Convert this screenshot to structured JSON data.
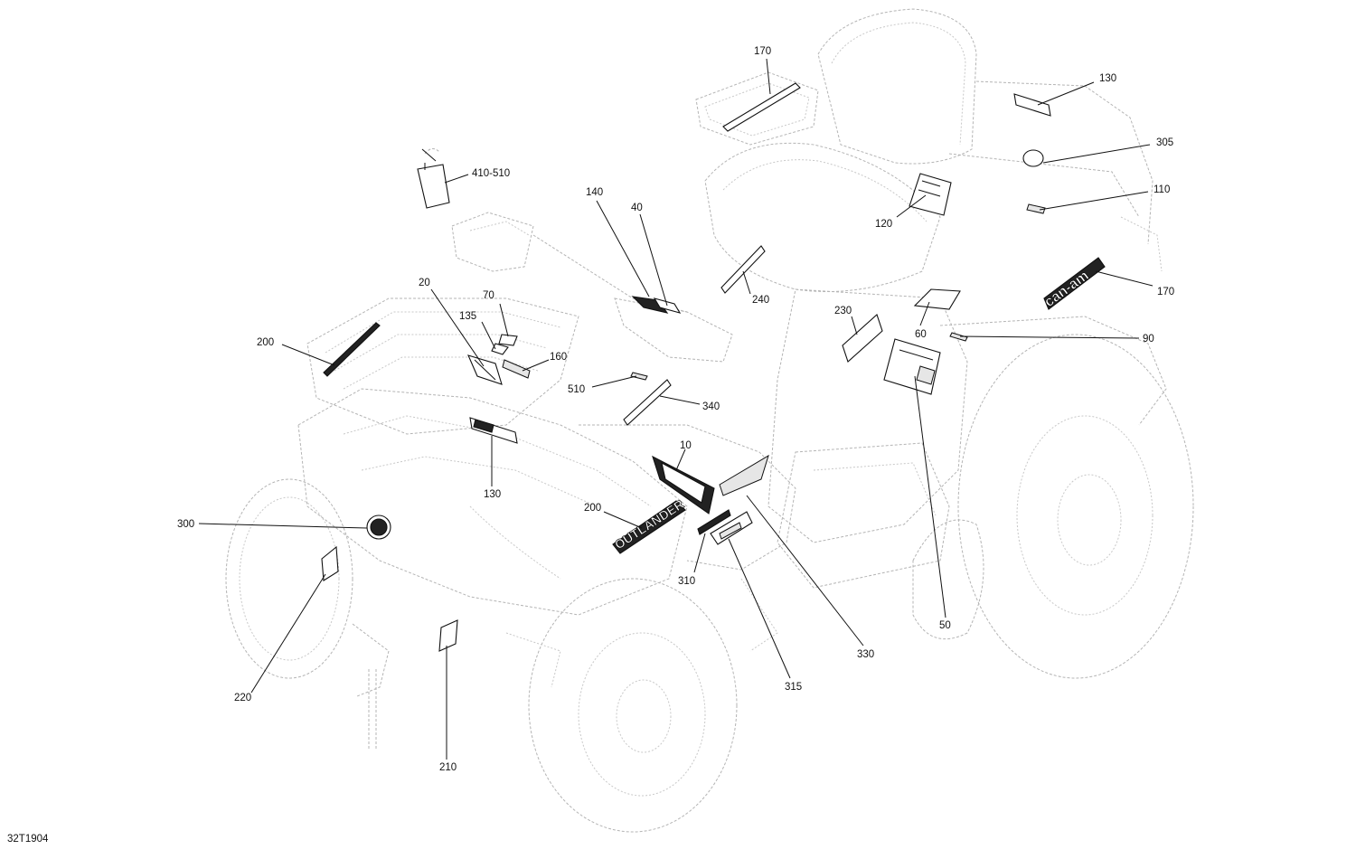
{
  "figure_id": "32T1904",
  "decal_logos": {
    "outlander": "OUTLANDER",
    "can_am": "can-am"
  },
  "callouts": [
    {
      "key": "c170a",
      "label": "170"
    },
    {
      "key": "c130a",
      "label": "130"
    },
    {
      "key": "c305",
      "label": "305"
    },
    {
      "key": "c110",
      "label": "110"
    },
    {
      "key": "c410",
      "label": "410-510"
    },
    {
      "key": "c140",
      "label": "140"
    },
    {
      "key": "c40",
      "label": "40"
    },
    {
      "key": "c120",
      "label": "120"
    },
    {
      "key": "c170b",
      "label": "170"
    },
    {
      "key": "c20",
      "label": "20"
    },
    {
      "key": "c70",
      "label": "70"
    },
    {
      "key": "c240",
      "label": "240"
    },
    {
      "key": "c60",
      "label": "60"
    },
    {
      "key": "c135",
      "label": "135"
    },
    {
      "key": "c230",
      "label": "230"
    },
    {
      "key": "c90",
      "label": "90"
    },
    {
      "key": "c200a",
      "label": "200"
    },
    {
      "key": "c160",
      "label": "160"
    },
    {
      "key": "c510",
      "label": "510"
    },
    {
      "key": "c340",
      "label": "340"
    },
    {
      "key": "c10",
      "label": "10"
    },
    {
      "key": "c130b",
      "label": "130"
    },
    {
      "key": "c200b",
      "label": "200"
    },
    {
      "key": "c300",
      "label": "300"
    },
    {
      "key": "c310",
      "label": "310"
    },
    {
      "key": "c50",
      "label": "50"
    },
    {
      "key": "c330",
      "label": "330"
    },
    {
      "key": "c220",
      "label": "220"
    },
    {
      "key": "c315",
      "label": "315"
    },
    {
      "key": "c210",
      "label": "210"
    }
  ]
}
